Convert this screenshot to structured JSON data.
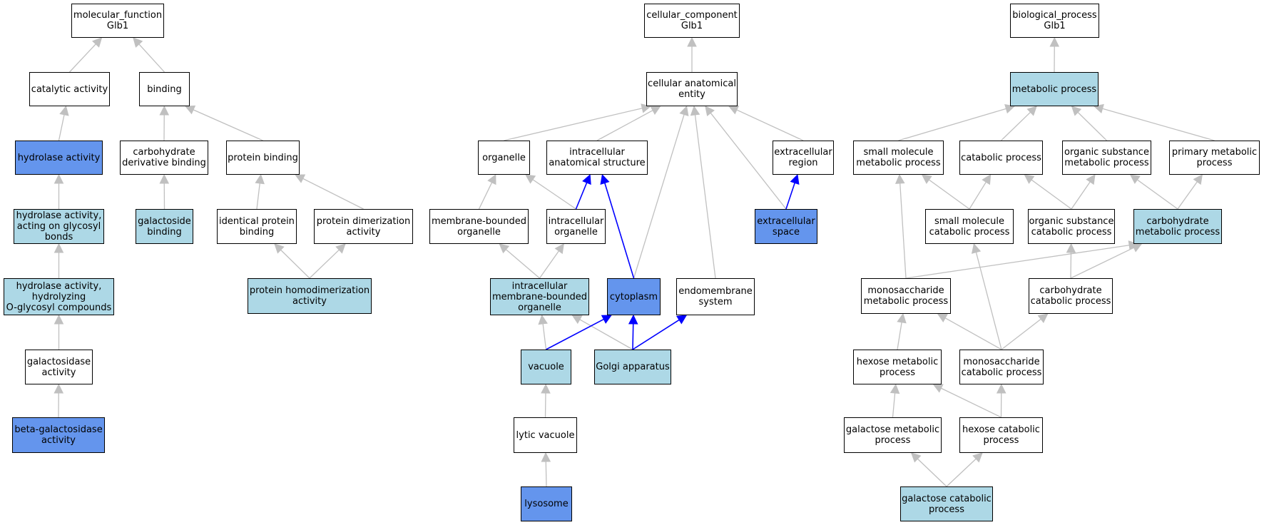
{
  "colors": {
    "default_fill": "#ffffff",
    "annotated_fill": "#add8e6",
    "direct_fill": "#6495ed",
    "edge_gray": "#c0c0c0",
    "edge_blue": "#0000ff"
  },
  "nodes": [
    {
      "id": "mf",
      "label": "molecular_function\nGlb1",
      "fill": "white"
    },
    {
      "id": "cat",
      "label": "catalytic activity",
      "fill": "white"
    },
    {
      "id": "bind",
      "label": "binding",
      "fill": "white"
    },
    {
      "id": "hyd",
      "label": "hydrolase activity",
      "fill": "dark"
    },
    {
      "id": "cdb",
      "label": "carbohydrate\nderivative binding",
      "fill": "white"
    },
    {
      "id": "pb",
      "label": "protein binding",
      "fill": "white"
    },
    {
      "id": "hag",
      "label": "hydrolase activity,\nacting on glycosyl\nbonds",
      "fill": "light"
    },
    {
      "id": "galb",
      "label": "galactoside\nbinding",
      "fill": "light"
    },
    {
      "id": "ipb",
      "label": "identical protein\nbinding",
      "fill": "white"
    },
    {
      "id": "pda",
      "label": "protein dimerization\nactivity",
      "fill": "white"
    },
    {
      "id": "hho",
      "label": "hydrolase activity,\nhydrolyzing\nO-glycosyl compounds",
      "fill": "light"
    },
    {
      "id": "phd",
      "label": "protein homodimerization\nactivity",
      "fill": "light"
    },
    {
      "id": "gsa",
      "label": "galactosidase\nactivity",
      "fill": "white"
    },
    {
      "id": "bga",
      "label": "beta-galactosidase\nactivity",
      "fill": "dark"
    },
    {
      "id": "cc",
      "label": "cellular_component\nGlb1",
      "fill": "white"
    },
    {
      "id": "cae",
      "label": "cellular anatomical\nentity",
      "fill": "white"
    },
    {
      "id": "org",
      "label": "organelle",
      "fill": "white"
    },
    {
      "id": "ias",
      "label": "intracellular\nanatomical structure",
      "fill": "white"
    },
    {
      "id": "exr",
      "label": "extracellular\nregion",
      "fill": "white"
    },
    {
      "id": "mbo",
      "label": "membrane-bounded\norganelle",
      "fill": "white"
    },
    {
      "id": "io",
      "label": "intracellular\norganelle",
      "fill": "white"
    },
    {
      "id": "exs",
      "label": "extracellular\nspace",
      "fill": "dark"
    },
    {
      "id": "imbo",
      "label": "intracellular\nmembrane-bounded\norganelle",
      "fill": "light"
    },
    {
      "id": "cyto",
      "label": "cytoplasm",
      "fill": "dark"
    },
    {
      "id": "ems",
      "label": "endomembrane\nsystem",
      "fill": "white"
    },
    {
      "id": "vac",
      "label": "vacuole",
      "fill": "light"
    },
    {
      "id": "golgi",
      "label": "Golgi apparatus",
      "fill": "light"
    },
    {
      "id": "lv",
      "label": "lytic vacuole",
      "fill": "white"
    },
    {
      "id": "lys",
      "label": "lysosome",
      "fill": "dark"
    },
    {
      "id": "bp",
      "label": "biological_process\nGlb1",
      "fill": "white"
    },
    {
      "id": "mp",
      "label": "metabolic process",
      "fill": "light"
    },
    {
      "id": "smmp",
      "label": "small molecule\nmetabolic process",
      "fill": "white"
    },
    {
      "id": "catp",
      "label": "catabolic process",
      "fill": "white"
    },
    {
      "id": "osmp",
      "label": "organic substance\nmetabolic process",
      "fill": "white"
    },
    {
      "id": "pmp",
      "label": "primary metabolic\nprocess",
      "fill": "white"
    },
    {
      "id": "smcp",
      "label": "small molecule\ncatabolic process",
      "fill": "white"
    },
    {
      "id": "oscp",
      "label": "organic substance\ncatabolic process",
      "fill": "white"
    },
    {
      "id": "cmp",
      "label": "carbohydrate\nmetabolic process",
      "fill": "light"
    },
    {
      "id": "msmp",
      "label": "monosaccharide\nmetabolic process",
      "fill": "white"
    },
    {
      "id": "ccp",
      "label": "carbohydrate\ncatabolic process",
      "fill": "white"
    },
    {
      "id": "hmp",
      "label": "hexose metabolic\nprocess",
      "fill": "white"
    },
    {
      "id": "mscp",
      "label": "monosaccharide\ncatabolic process",
      "fill": "white"
    },
    {
      "id": "gmp",
      "label": "galactose metabolic\nprocess",
      "fill": "white"
    },
    {
      "id": "hcp",
      "label": "hexose catabolic\nprocess",
      "fill": "white"
    },
    {
      "id": "gcp",
      "label": "galactose catabolic\nprocess",
      "fill": "light"
    }
  ],
  "edges": [
    {
      "from": "cat",
      "to": "mf",
      "color": "gray"
    },
    {
      "from": "bind",
      "to": "mf",
      "color": "gray"
    },
    {
      "from": "hyd",
      "to": "cat",
      "color": "gray"
    },
    {
      "from": "cdb",
      "to": "bind",
      "color": "gray"
    },
    {
      "from": "pb",
      "to": "bind",
      "color": "gray"
    },
    {
      "from": "hag",
      "to": "hyd",
      "color": "gray"
    },
    {
      "from": "galb",
      "to": "cdb",
      "color": "gray"
    },
    {
      "from": "ipb",
      "to": "pb",
      "color": "gray"
    },
    {
      "from": "pda",
      "to": "pb",
      "color": "gray"
    },
    {
      "from": "hho",
      "to": "hag",
      "color": "gray"
    },
    {
      "from": "phd",
      "to": "ipb",
      "color": "gray"
    },
    {
      "from": "phd",
      "to": "pda",
      "color": "gray"
    },
    {
      "from": "gsa",
      "to": "hho",
      "color": "gray"
    },
    {
      "from": "bga",
      "to": "gsa",
      "color": "gray"
    },
    {
      "from": "cae",
      "to": "cc",
      "color": "gray"
    },
    {
      "from": "org",
      "to": "cae",
      "color": "gray"
    },
    {
      "from": "ias",
      "to": "cae",
      "color": "gray"
    },
    {
      "from": "exr",
      "to": "cae",
      "color": "gray"
    },
    {
      "from": "cyto",
      "to": "cae",
      "color": "gray"
    },
    {
      "from": "ems",
      "to": "cae",
      "color": "gray"
    },
    {
      "from": "exs",
      "to": "cae",
      "color": "gray"
    },
    {
      "from": "mbo",
      "to": "org",
      "color": "gray"
    },
    {
      "from": "io",
      "to": "org",
      "color": "gray"
    },
    {
      "from": "io",
      "to": "ias",
      "color": "blue"
    },
    {
      "from": "cyto",
      "to": "ias",
      "color": "blue"
    },
    {
      "from": "exs",
      "to": "exr",
      "color": "blue"
    },
    {
      "from": "imbo",
      "to": "mbo",
      "color": "gray"
    },
    {
      "from": "imbo",
      "to": "io",
      "color": "gray"
    },
    {
      "from": "vac",
      "to": "imbo",
      "color": "gray"
    },
    {
      "from": "golgi",
      "to": "imbo",
      "color": "gray"
    },
    {
      "from": "vac",
      "to": "cyto",
      "color": "blue"
    },
    {
      "from": "golgi",
      "to": "cyto",
      "color": "blue"
    },
    {
      "from": "golgi",
      "to": "ems",
      "color": "blue"
    },
    {
      "from": "lv",
      "to": "vac",
      "color": "gray"
    },
    {
      "from": "lys",
      "to": "lv",
      "color": "gray"
    },
    {
      "from": "mp",
      "to": "bp",
      "color": "gray"
    },
    {
      "from": "smmp",
      "to": "mp",
      "color": "gray"
    },
    {
      "from": "catp",
      "to": "mp",
      "color": "gray"
    },
    {
      "from": "osmp",
      "to": "mp",
      "color": "gray"
    },
    {
      "from": "pmp",
      "to": "mp",
      "color": "gray"
    },
    {
      "from": "smcp",
      "to": "smmp",
      "color": "gray"
    },
    {
      "from": "smcp",
      "to": "catp",
      "color": "gray"
    },
    {
      "from": "oscp",
      "to": "catp",
      "color": "gray"
    },
    {
      "from": "oscp",
      "to": "osmp",
      "color": "gray"
    },
    {
      "from": "cmp",
      "to": "osmp",
      "color": "gray"
    },
    {
      "from": "cmp",
      "to": "pmp",
      "color": "gray"
    },
    {
      "from": "msmp",
      "to": "smmp",
      "color": "gray"
    },
    {
      "from": "msmp",
      "to": "cmp",
      "color": "gray"
    },
    {
      "from": "ccp",
      "to": "oscp",
      "color": "gray"
    },
    {
      "from": "ccp",
      "to": "cmp",
      "color": "gray"
    },
    {
      "from": "hmp",
      "to": "msmp",
      "color": "gray"
    },
    {
      "from": "mscp",
      "to": "msmp",
      "color": "gray"
    },
    {
      "from": "mscp",
      "to": "smcp",
      "color": "gray"
    },
    {
      "from": "mscp",
      "to": "ccp",
      "color": "gray"
    },
    {
      "from": "gmp",
      "to": "hmp",
      "color": "gray"
    },
    {
      "from": "hcp",
      "to": "hmp",
      "color": "gray"
    },
    {
      "from": "hcp",
      "to": "mscp",
      "color": "gray"
    },
    {
      "from": "gcp",
      "to": "gmp",
      "color": "gray"
    },
    {
      "from": "gcp",
      "to": "hcp",
      "color": "gray"
    }
  ]
}
